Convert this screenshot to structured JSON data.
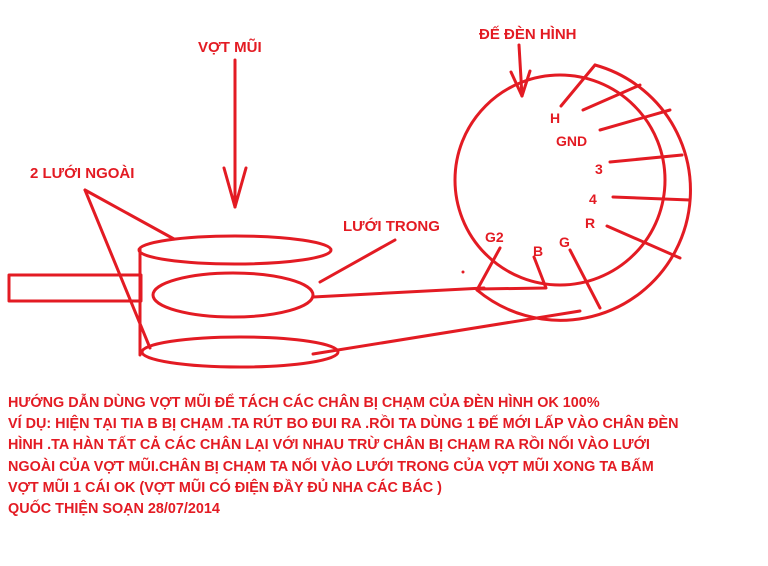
{
  "colors": {
    "ink": "#e31b23",
    "background": "#ffffff"
  },
  "labels": {
    "vot_mui": "VỢT MŨI",
    "luoi_ngoai": "2 LƯỚI NGOÀI",
    "luoi_trong": "LƯỚI TRONG",
    "de_den_hinh": "ĐẾ ĐÈN HÌNH"
  },
  "pins": {
    "h": "H",
    "gnd": "GND",
    "p3": "3",
    "p4": "4",
    "r": "R",
    "g": "G",
    "b": "B",
    "g2": "G2"
  },
  "notes": [
    "HƯỚNG DẪN DÙNG VỢT MŨI ĐỂ TÁCH CÁC CHÂN BỊ CHẠM CỦA ĐÈN HÌNH OK 100%",
    "VÍ DỤ: HIỆN TẠI TIA B BỊ CHẠM .TA RÚT BO ĐUI RA .RỒI TA DÙNG 1 ĐẾ MỚI LẤP VÀO CHÂN ĐÈN",
    "HÌNH .TA HÀN TẤT CẢ CÁC CHÂN LẠI VỚI NHAU TRỪ CHÂN BỊ CHẠM RA RỒI NỐI VÀO LƯỚI",
    "NGOÀI CỦA VỢT MŨI.CHÂN BỊ CHẠM TA NỐI VÀO LƯỚI  TRONG CỦA VỢT MŨI XONG TA BẤM",
    "VỢT MŨI 1 CÁI OK (VỢT MŨI CÓ ĐIỆN ĐẦY ĐỦ NHA CÁC BÁC )",
    "QUỐC THIỆN SOẠN 28/07/2014"
  ]
}
